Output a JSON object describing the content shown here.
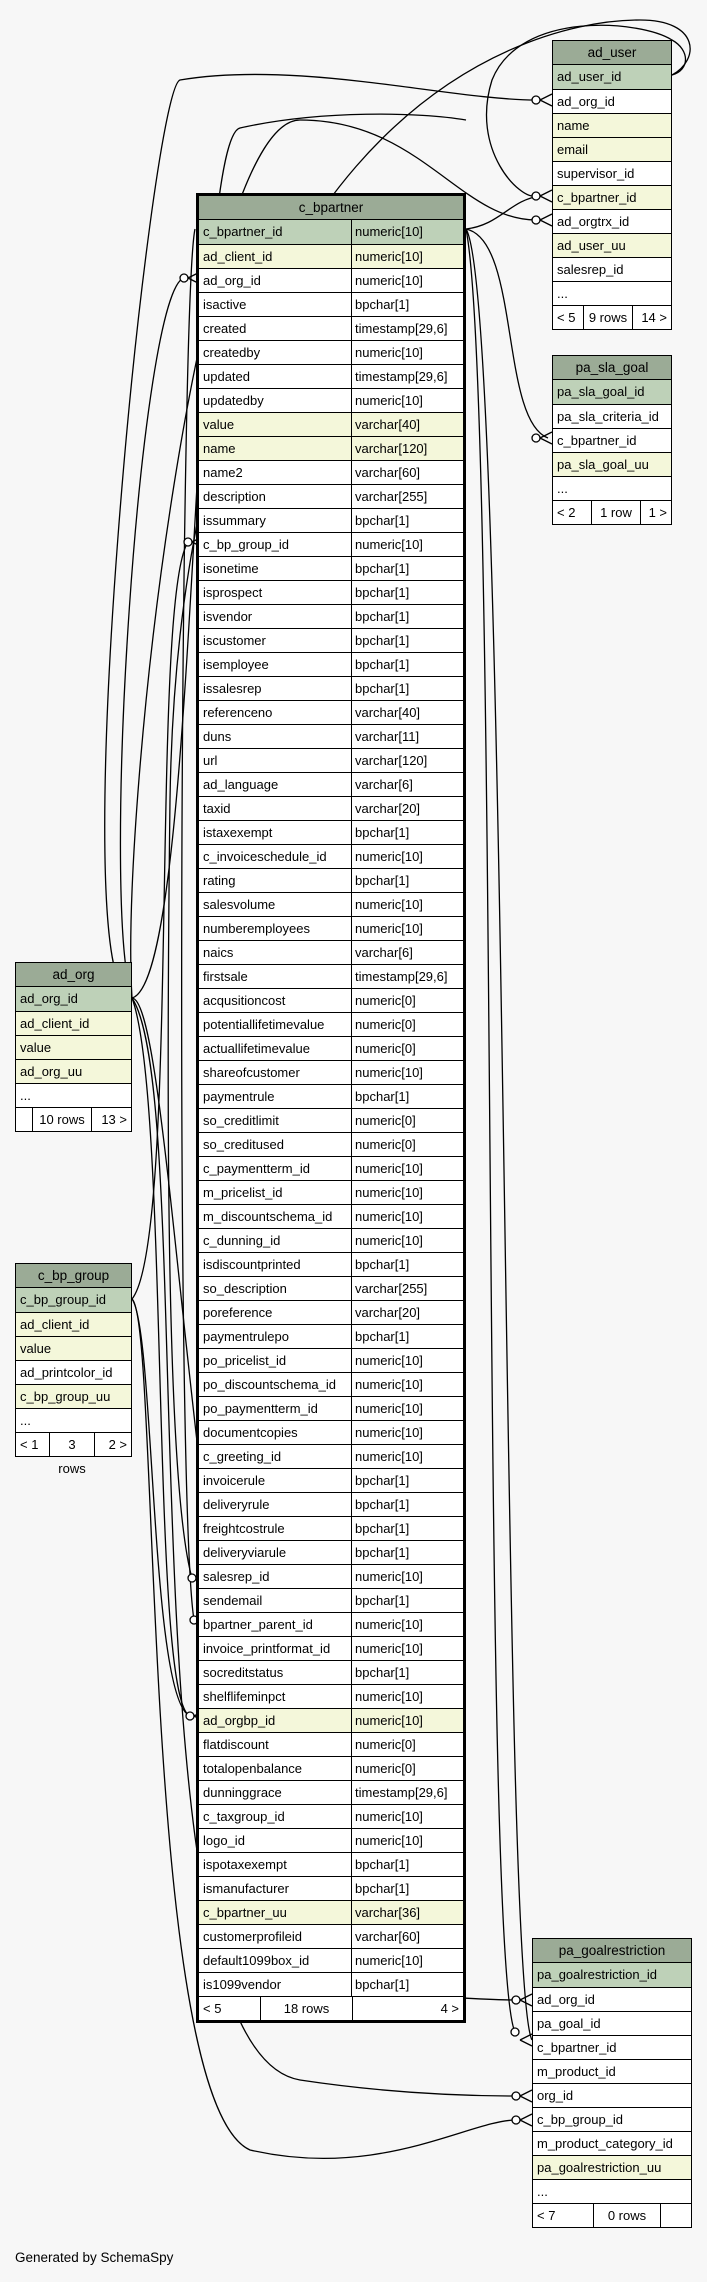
{
  "generated_by": "Generated by SchemaSpy",
  "tables": {
    "c_bpartner": {
      "name": "c_bpartner",
      "columns": [
        {
          "name": "c_bpartner_id",
          "type": "numeric[10]",
          "style": "pk"
        },
        {
          "name": "ad_client_id",
          "type": "numeric[10]",
          "style": "ix"
        },
        {
          "name": "ad_org_id",
          "type": "numeric[10]",
          "style": ""
        },
        {
          "name": "isactive",
          "type": "bpchar[1]",
          "style": ""
        },
        {
          "name": "created",
          "type": "timestamp[29,6]",
          "style": ""
        },
        {
          "name": "createdby",
          "type": "numeric[10]",
          "style": ""
        },
        {
          "name": "updated",
          "type": "timestamp[29,6]",
          "style": ""
        },
        {
          "name": "updatedby",
          "type": "numeric[10]",
          "style": ""
        },
        {
          "name": "value",
          "type": "varchar[40]",
          "style": "ix"
        },
        {
          "name": "name",
          "type": "varchar[120]",
          "style": "ix"
        },
        {
          "name": "name2",
          "type": "varchar[60]",
          "style": ""
        },
        {
          "name": "description",
          "type": "varchar[255]",
          "style": ""
        },
        {
          "name": "issummary",
          "type": "bpchar[1]",
          "style": ""
        },
        {
          "name": "c_bp_group_id",
          "type": "numeric[10]",
          "style": ""
        },
        {
          "name": "isonetime",
          "type": "bpchar[1]",
          "style": ""
        },
        {
          "name": "isprospect",
          "type": "bpchar[1]",
          "style": ""
        },
        {
          "name": "isvendor",
          "type": "bpchar[1]",
          "style": ""
        },
        {
          "name": "iscustomer",
          "type": "bpchar[1]",
          "style": ""
        },
        {
          "name": "isemployee",
          "type": "bpchar[1]",
          "style": ""
        },
        {
          "name": "issalesrep",
          "type": "bpchar[1]",
          "style": ""
        },
        {
          "name": "referenceno",
          "type": "varchar[40]",
          "style": ""
        },
        {
          "name": "duns",
          "type": "varchar[11]",
          "style": ""
        },
        {
          "name": "url",
          "type": "varchar[120]",
          "style": ""
        },
        {
          "name": "ad_language",
          "type": "varchar[6]",
          "style": ""
        },
        {
          "name": "taxid",
          "type": "varchar[20]",
          "style": ""
        },
        {
          "name": "istaxexempt",
          "type": "bpchar[1]",
          "style": ""
        },
        {
          "name": "c_invoiceschedule_id",
          "type": "numeric[10]",
          "style": ""
        },
        {
          "name": "rating",
          "type": "bpchar[1]",
          "style": ""
        },
        {
          "name": "salesvolume",
          "type": "numeric[10]",
          "style": ""
        },
        {
          "name": "numberemployees",
          "type": "numeric[10]",
          "style": ""
        },
        {
          "name": "naics",
          "type": "varchar[6]",
          "style": ""
        },
        {
          "name": "firstsale",
          "type": "timestamp[29,6]",
          "style": ""
        },
        {
          "name": "acqusitioncost",
          "type": "numeric[0]",
          "style": ""
        },
        {
          "name": "potentiallifetimevalue",
          "type": "numeric[0]",
          "style": ""
        },
        {
          "name": "actuallifetimevalue",
          "type": "numeric[0]",
          "style": ""
        },
        {
          "name": "shareofcustomer",
          "type": "numeric[10]",
          "style": ""
        },
        {
          "name": "paymentrule",
          "type": "bpchar[1]",
          "style": ""
        },
        {
          "name": "so_creditlimit",
          "type": "numeric[0]",
          "style": ""
        },
        {
          "name": "so_creditused",
          "type": "numeric[0]",
          "style": ""
        },
        {
          "name": "c_paymentterm_id",
          "type": "numeric[10]",
          "style": ""
        },
        {
          "name": "m_pricelist_id",
          "type": "numeric[10]",
          "style": ""
        },
        {
          "name": "m_discountschema_id",
          "type": "numeric[10]",
          "style": ""
        },
        {
          "name": "c_dunning_id",
          "type": "numeric[10]",
          "style": ""
        },
        {
          "name": "isdiscountprinted",
          "type": "bpchar[1]",
          "style": ""
        },
        {
          "name": "so_description",
          "type": "varchar[255]",
          "style": ""
        },
        {
          "name": "poreference",
          "type": "varchar[20]",
          "style": ""
        },
        {
          "name": "paymentrulepo",
          "type": "bpchar[1]",
          "style": ""
        },
        {
          "name": "po_pricelist_id",
          "type": "numeric[10]",
          "style": ""
        },
        {
          "name": "po_discountschema_id",
          "type": "numeric[10]",
          "style": ""
        },
        {
          "name": "po_paymentterm_id",
          "type": "numeric[10]",
          "style": ""
        },
        {
          "name": "documentcopies",
          "type": "numeric[10]",
          "style": ""
        },
        {
          "name": "c_greeting_id",
          "type": "numeric[10]",
          "style": ""
        },
        {
          "name": "invoicerule",
          "type": "bpchar[1]",
          "style": ""
        },
        {
          "name": "deliveryrule",
          "type": "bpchar[1]",
          "style": ""
        },
        {
          "name": "freightcostrule",
          "type": "bpchar[1]",
          "style": ""
        },
        {
          "name": "deliveryviarule",
          "type": "bpchar[1]",
          "style": ""
        },
        {
          "name": "salesrep_id",
          "type": "numeric[10]",
          "style": ""
        },
        {
          "name": "sendemail",
          "type": "bpchar[1]",
          "style": ""
        },
        {
          "name": "bpartner_parent_id",
          "type": "numeric[10]",
          "style": ""
        },
        {
          "name": "invoice_printformat_id",
          "type": "numeric[10]",
          "style": ""
        },
        {
          "name": "socreditstatus",
          "type": "bpchar[1]",
          "style": ""
        },
        {
          "name": "shelflifeminpct",
          "type": "numeric[10]",
          "style": ""
        },
        {
          "name": "ad_orgbp_id",
          "type": "numeric[10]",
          "style": "ix"
        },
        {
          "name": "flatdiscount",
          "type": "numeric[0]",
          "style": ""
        },
        {
          "name": "totalopenbalance",
          "type": "numeric[0]",
          "style": ""
        },
        {
          "name": "dunninggrace",
          "type": "timestamp[29,6]",
          "style": ""
        },
        {
          "name": "c_taxgroup_id",
          "type": "numeric[10]",
          "style": ""
        },
        {
          "name": "logo_id",
          "type": "numeric[10]",
          "style": ""
        },
        {
          "name": "ispotaxexempt",
          "type": "bpchar[1]",
          "style": ""
        },
        {
          "name": "ismanufacturer",
          "type": "bpchar[1]",
          "style": ""
        },
        {
          "name": "c_bpartner_uu",
          "type": "varchar[36]",
          "style": "ix"
        },
        {
          "name": "customerprofileid",
          "type": "varchar[60]",
          "style": ""
        },
        {
          "name": "default1099box_id",
          "type": "numeric[10]",
          "style": ""
        },
        {
          "name": "is1099vendor",
          "type": "bpchar[1]",
          "style": ""
        }
      ],
      "footer": [
        "< 5",
        "18 rows",
        "4 >"
      ]
    },
    "ad_user": {
      "name": "ad_user",
      "columns": [
        {
          "name": "ad_user_id",
          "style": "pk"
        },
        {
          "name": "ad_org_id",
          "style": ""
        },
        {
          "name": "name",
          "style": "ix"
        },
        {
          "name": "email",
          "style": "ix"
        },
        {
          "name": "supervisor_id",
          "style": ""
        },
        {
          "name": "c_bpartner_id",
          "style": "ix"
        },
        {
          "name": "ad_orgtrx_id",
          "style": ""
        },
        {
          "name": "ad_user_uu",
          "style": "ix"
        },
        {
          "name": "salesrep_id",
          "style": ""
        },
        {
          "name": "...",
          "style": ""
        }
      ],
      "footer": [
        "< 5",
        "9 rows",
        "14 >"
      ]
    },
    "pa_sla_goal": {
      "name": "pa_sla_goal",
      "columns": [
        {
          "name": "pa_sla_goal_id",
          "style": "pk"
        },
        {
          "name": "pa_sla_criteria_id",
          "style": ""
        },
        {
          "name": "c_bpartner_id",
          "style": ""
        },
        {
          "name": "pa_sla_goal_uu",
          "style": "ix"
        },
        {
          "name": "...",
          "style": ""
        }
      ],
      "footer": [
        "< 2",
        "1 row",
        "1 >"
      ]
    },
    "ad_org": {
      "name": "ad_org",
      "columns": [
        {
          "name": "ad_org_id",
          "style": "pk"
        },
        {
          "name": "ad_client_id",
          "style": "ix"
        },
        {
          "name": "value",
          "style": "ix"
        },
        {
          "name": "ad_org_uu",
          "style": "ix"
        },
        {
          "name": "...",
          "style": ""
        }
      ],
      "footer": [
        "",
        "10 rows",
        "13 >"
      ]
    },
    "c_bp_group": {
      "name": "c_bp_group",
      "columns": [
        {
          "name": "c_bp_group_id",
          "style": "pk"
        },
        {
          "name": "ad_client_id",
          "style": "ix"
        },
        {
          "name": "value",
          "style": "ix"
        },
        {
          "name": "ad_printcolor_id",
          "style": ""
        },
        {
          "name": "c_bp_group_uu",
          "style": "ix"
        },
        {
          "name": "...",
          "style": ""
        }
      ],
      "footer": [
        "< 1",
        "3 rows",
        "2 >"
      ]
    },
    "pa_goalrestriction": {
      "name": "pa_goalrestriction",
      "columns": [
        {
          "name": "pa_goalrestriction_id",
          "style": "pk"
        },
        {
          "name": "ad_org_id",
          "style": ""
        },
        {
          "name": "pa_goal_id",
          "style": ""
        },
        {
          "name": "c_bpartner_id",
          "style": ""
        },
        {
          "name": "m_product_id",
          "style": ""
        },
        {
          "name": "org_id",
          "style": ""
        },
        {
          "name": "c_bp_group_id",
          "style": ""
        },
        {
          "name": "m_product_category_id",
          "style": ""
        },
        {
          "name": "pa_goalrestriction_uu",
          "style": "ix"
        },
        {
          "name": "...",
          "style": ""
        }
      ],
      "footer": [
        "< 7",
        "0 rows",
        ""
      ]
    }
  }
}
